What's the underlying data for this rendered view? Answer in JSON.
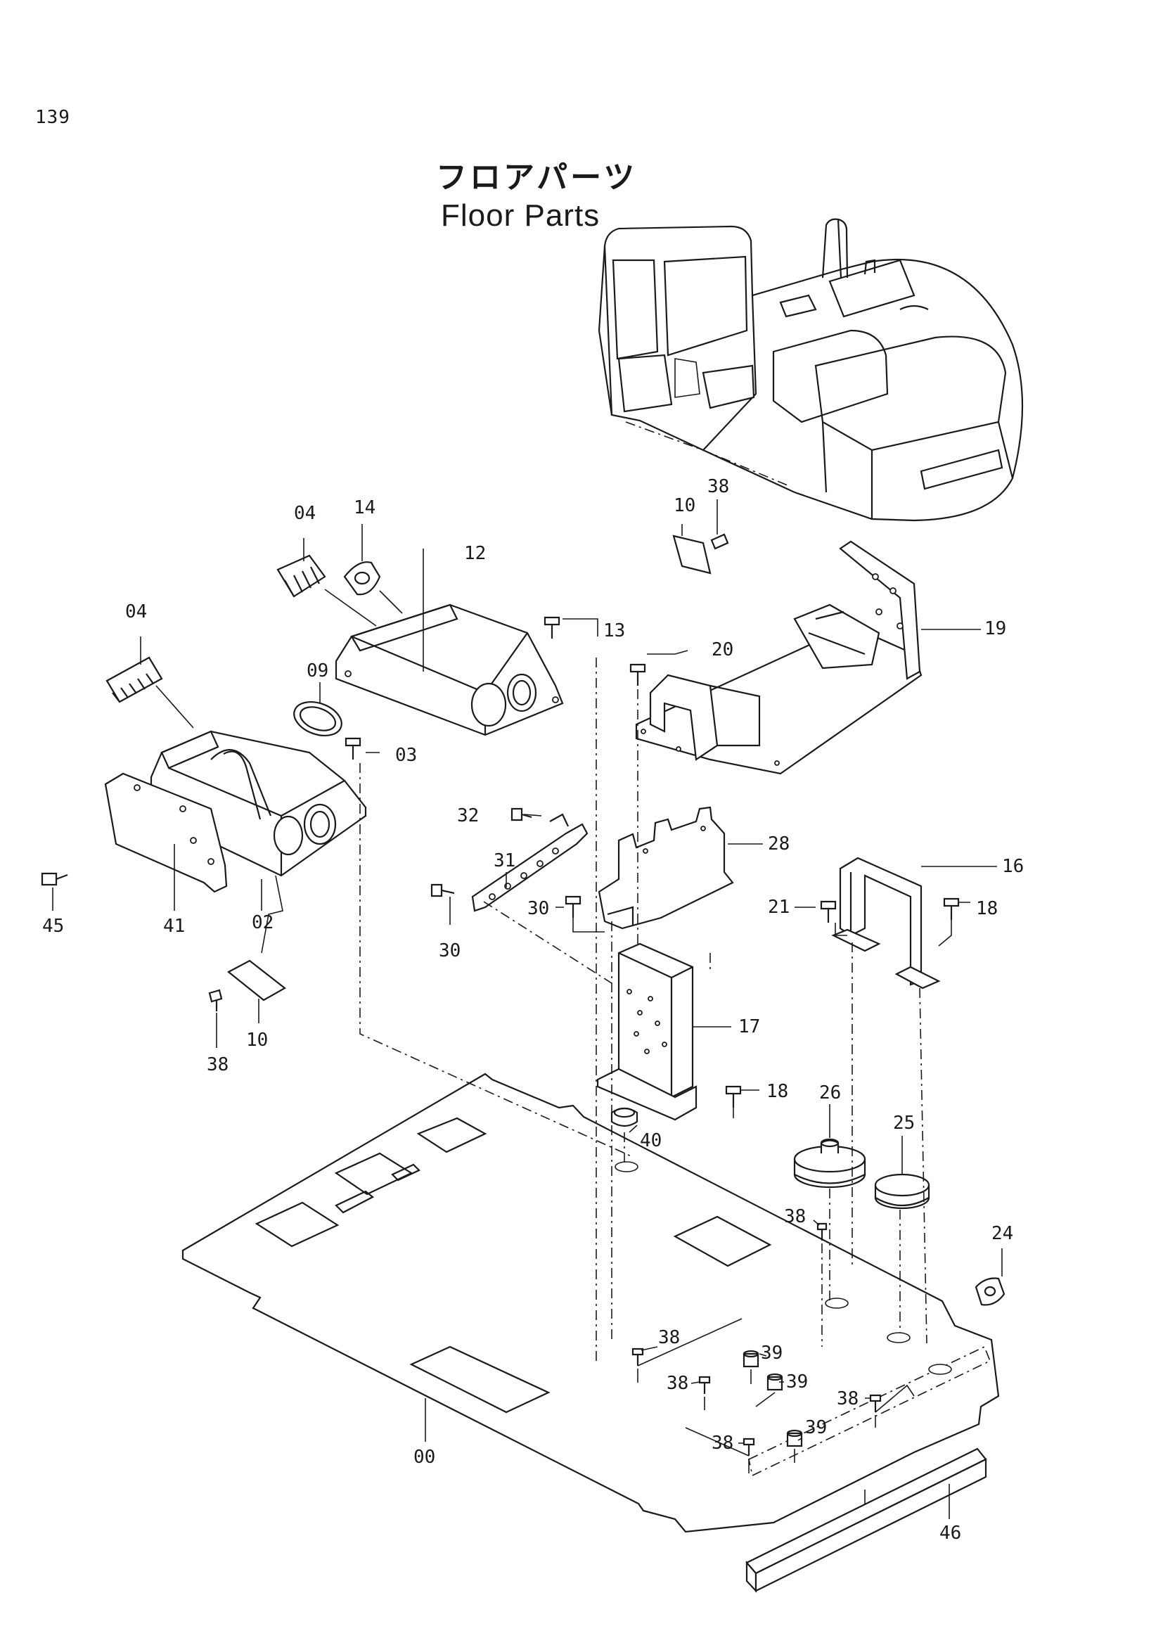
{
  "page_number": "139",
  "title_jp": "フロアパーツ",
  "title_en": "Floor Parts",
  "callouts": [
    {
      "id": "c00",
      "label": "00"
    },
    {
      "id": "c02",
      "label": "02"
    },
    {
      "id": "c03",
      "label": "03"
    },
    {
      "id": "c04a",
      "label": "04"
    },
    {
      "id": "c04b",
      "label": "04"
    },
    {
      "id": "c09",
      "label": "09"
    },
    {
      "id": "c10a",
      "label": "10"
    },
    {
      "id": "c10b",
      "label": "10"
    },
    {
      "id": "c12",
      "label": "12"
    },
    {
      "id": "c13",
      "label": "13"
    },
    {
      "id": "c14",
      "label": "14"
    },
    {
      "id": "c16",
      "label": "16"
    },
    {
      "id": "c17",
      "label": "17"
    },
    {
      "id": "c18a",
      "label": "18"
    },
    {
      "id": "c18b",
      "label": "18"
    },
    {
      "id": "c19",
      "label": "19"
    },
    {
      "id": "c20",
      "label": "20"
    },
    {
      "id": "c21",
      "label": "21"
    },
    {
      "id": "c24",
      "label": "24"
    },
    {
      "id": "c25",
      "label": "25"
    },
    {
      "id": "c26",
      "label": "26"
    },
    {
      "id": "c28",
      "label": "28"
    },
    {
      "id": "c30a",
      "label": "30"
    },
    {
      "id": "c30b",
      "label": "30"
    },
    {
      "id": "c31",
      "label": "31"
    },
    {
      "id": "c32",
      "label": "32"
    },
    {
      "id": "c38a",
      "label": "38"
    },
    {
      "id": "c38b",
      "label": "38"
    },
    {
      "id": "c38c",
      "label": "38"
    },
    {
      "id": "c38d",
      "label": "38"
    },
    {
      "id": "c38e",
      "label": "38"
    },
    {
      "id": "c38f",
      "label": "38"
    },
    {
      "id": "c38g",
      "label": "38"
    },
    {
      "id": "c39a",
      "label": "39"
    },
    {
      "id": "c39b",
      "label": "39"
    },
    {
      "id": "c39c",
      "label": "39"
    },
    {
      "id": "c40",
      "label": "40"
    },
    {
      "id": "c41",
      "label": "41"
    },
    {
      "id": "c45",
      "label": "45"
    },
    {
      "id": "c46",
      "label": "46"
    }
  ]
}
